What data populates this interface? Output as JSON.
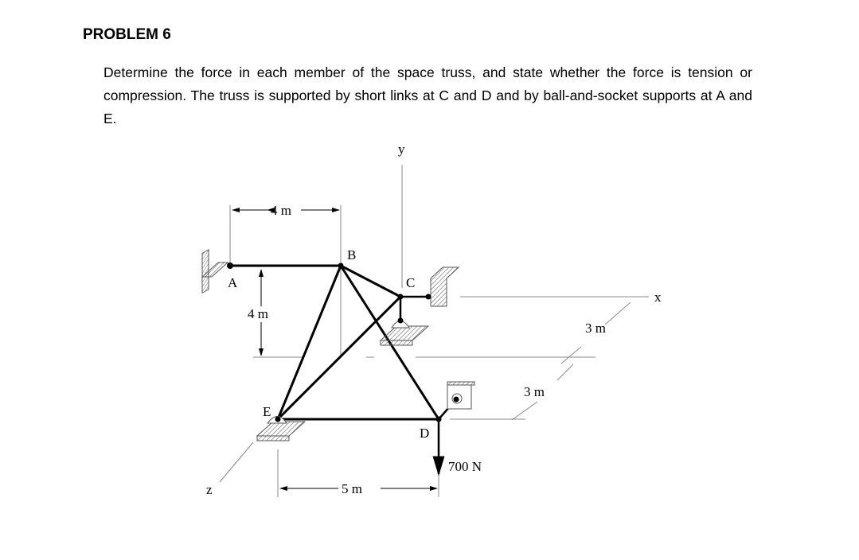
{
  "heading": "PROBLEM 6",
  "statement": "Determine the force in each member of the space truss, and state whether the force is tension or compression. The truss is supported by short links at C and D and by ball-and-socket supports at A and E.",
  "figure": {
    "axes": {
      "x": "x",
      "y": "y",
      "z": "z"
    },
    "joints": {
      "A": "A",
      "B": "B",
      "C": "C",
      "D": "D",
      "E": "E"
    },
    "dimensions": {
      "ab": "4 m",
      "height": "4 m",
      "ed": "5 m",
      "depth1": "3 m",
      "depth2": "3 m"
    },
    "load": "700 N"
  }
}
